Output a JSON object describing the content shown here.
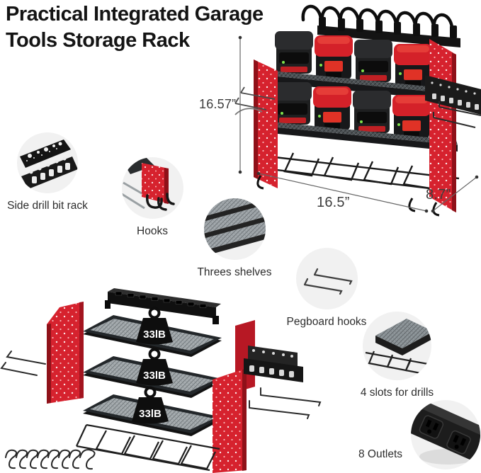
{
  "title": {
    "line1": "Practical Integrated Garage",
    "line2": "Tools Storage Rack"
  },
  "product": {
    "dimensions": {
      "height": "16.57”",
      "width": "16.5”",
      "depth": "8.7”"
    },
    "shelf_capacity": "33lB"
  },
  "callouts": [
    {
      "id": "side-drill-bit-rack",
      "label": "Side drill bit rack"
    },
    {
      "id": "hooks",
      "label": "Hooks"
    },
    {
      "id": "threes-shelves",
      "label": "Threes shelves"
    },
    {
      "id": "pegboard-hooks",
      "label": "Pegboard hooks"
    },
    {
      "id": "drill-slots",
      "label": "4 slots for drills"
    },
    {
      "id": "outlets",
      "label": "8 Outlets"
    }
  ],
  "colors": {
    "rack_red": "#d6222e",
    "dark": "#161616",
    "callout_bg": "#f1f1f1",
    "text": "#2d2d2d"
  }
}
